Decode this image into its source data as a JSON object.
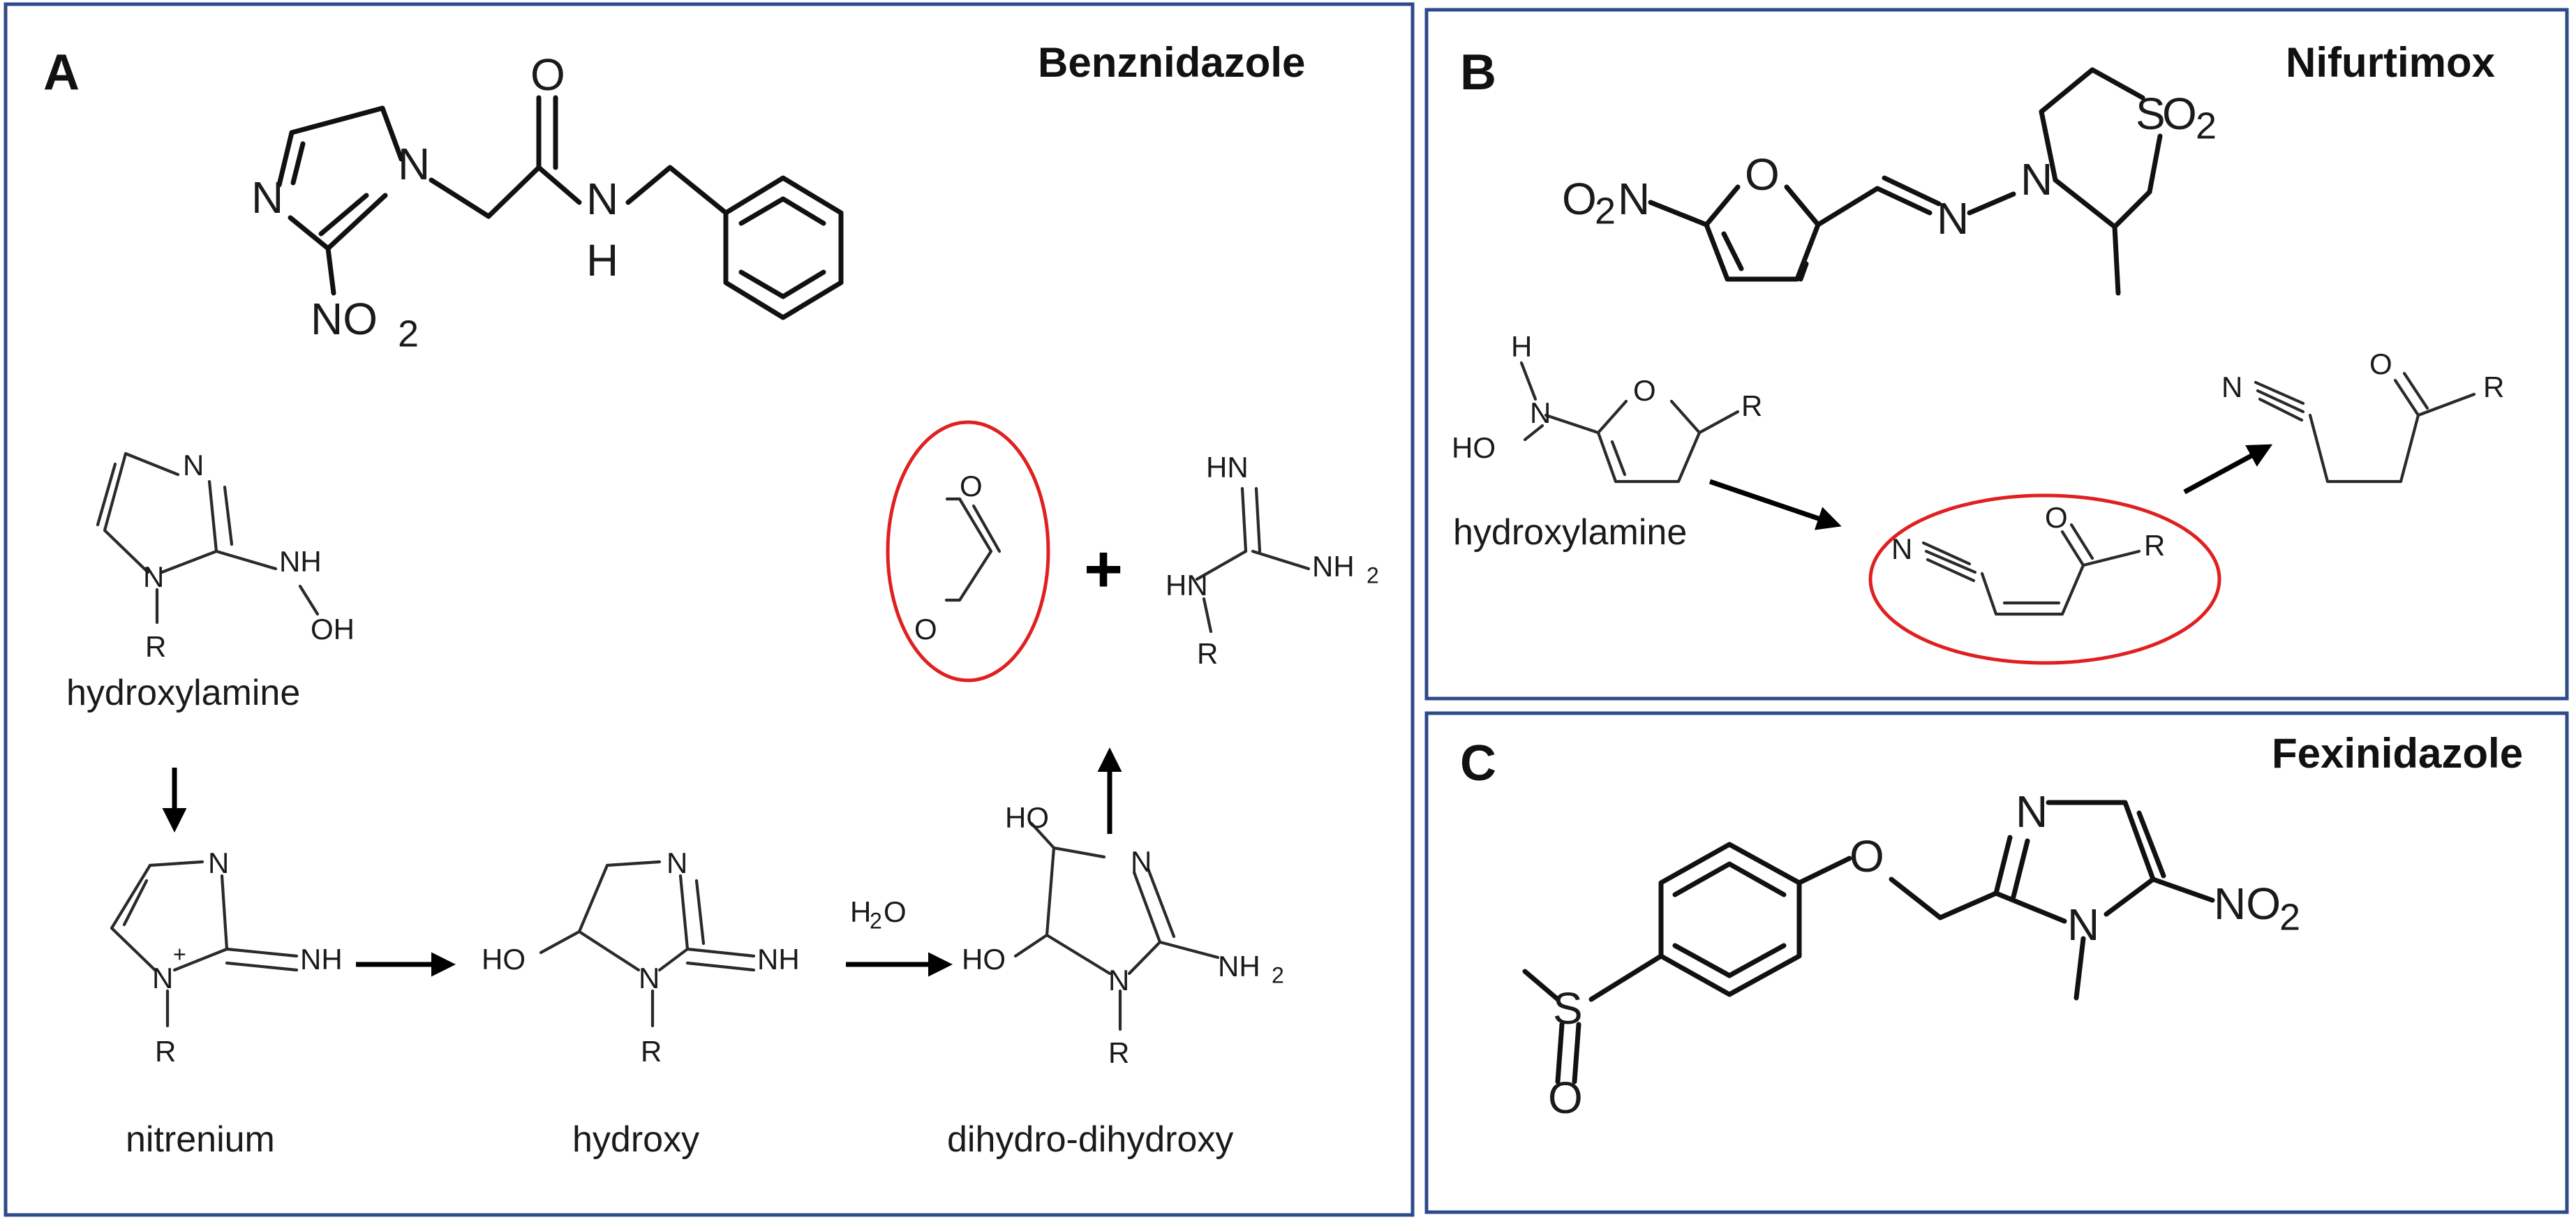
{
  "panels": {
    "a": {
      "letter": "A",
      "drug_name": "Benznidazole",
      "labels": {
        "n": "N",
        "no2": "NO",
        "no2_sub": "2",
        "o": "O",
        "nh_n": "N",
        "nh_h": "H",
        "r": "R",
        "nh": "NH",
        "oh": "OH",
        "ho": "HO",
        "hn": "HN",
        "n_plus": "+",
        "nh2": "NH",
        "nh2_sub": "2",
        "h2o_h": "H",
        "h2o_sub": "2",
        "h2o_o": "O",
        "plus": "+"
      },
      "captions": {
        "hydroxylamine": "hydroxylamine",
        "nitrenium": "nitrenium",
        "hydroxy": "hydroxy",
        "dihydro": "dihydro-dihydroxy"
      }
    },
    "b": {
      "letter": "B",
      "drug_name": "Nifurtimox",
      "labels": {
        "o2n_o": "O",
        "o2n_sub": "2",
        "o2n_n": "N",
        "o": "O",
        "n": "N",
        "s": "S",
        "so2_o": "O",
        "so2_sub": "2",
        "h": "H",
        "ho": "HO",
        "r": "R"
      },
      "captions": {
        "hydroxylamine": "hydroxylamine"
      }
    },
    "c": {
      "letter": "C",
      "drug_name": "Fexinidazole",
      "labels": {
        "s": "S",
        "o": "O",
        "n": "N",
        "no2": "NO",
        "no2_sub": "2"
      }
    }
  },
  "colors": {
    "frame": "#2f4a8a",
    "highlight": "#e02020",
    "ink": "#1a1a1a"
  }
}
